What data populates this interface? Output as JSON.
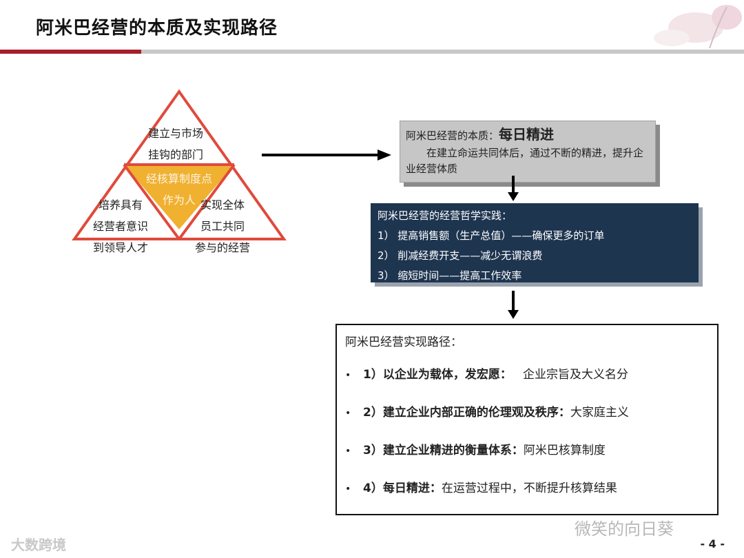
{
  "header": {
    "title": "阿米巴经营的本质及实现路径"
  },
  "triangle": {
    "top_text": "建立与市场\n挂钩的部门",
    "left_text": "培养具有\n经营者意识\n到领导人才",
    "right_text": "实现全体\n员工共同\n参与的经营",
    "center_text": "经核算制度点\n作为人"
  },
  "box1": {
    "label": "阿米巴经营的本质：",
    "highlight": "每日精进",
    "body": "在建立命运共同体后，通过不断的精进，提升企业经营体质"
  },
  "box2": {
    "title": "阿米巴经营的经营哲学实践：",
    "items": [
      "1） 提高销售额（生产总值）——确保更多的订单",
      "2） 削减经费开支——减少无谓浪费",
      "3） 缩短时间——提高工作效率"
    ]
  },
  "box3": {
    "title": "阿米巴经营实现路径：",
    "items": [
      {
        "bullet": "•",
        "strong": "1）以企业为载体，发宏愿：",
        "normal": "   企业宗旨及大义名分"
      },
      {
        "bullet": "•",
        "strong": "2）建立企业内部正确的伦理观及秩序：",
        "normal": "大家庭主义"
      },
      {
        "bullet": "•",
        "strong": "3）建立企业精进的衡量体系：",
        "normal": "阿米巴核算制度"
      },
      {
        "bullet": "•",
        "strong": "4）每日精进：",
        "normal": "在运营过程中，不断提升核算结果"
      }
    ]
  },
  "watermarks": {
    "wechat": "微笑的向日葵",
    "brand": "大数跨境"
  },
  "page_number": "- 4 -",
  "colors": {
    "accent_red": "#a71d2a",
    "tri_orange": "#f0b030",
    "tri_outline": "#e04a3c",
    "navy": "#1e3550"
  }
}
